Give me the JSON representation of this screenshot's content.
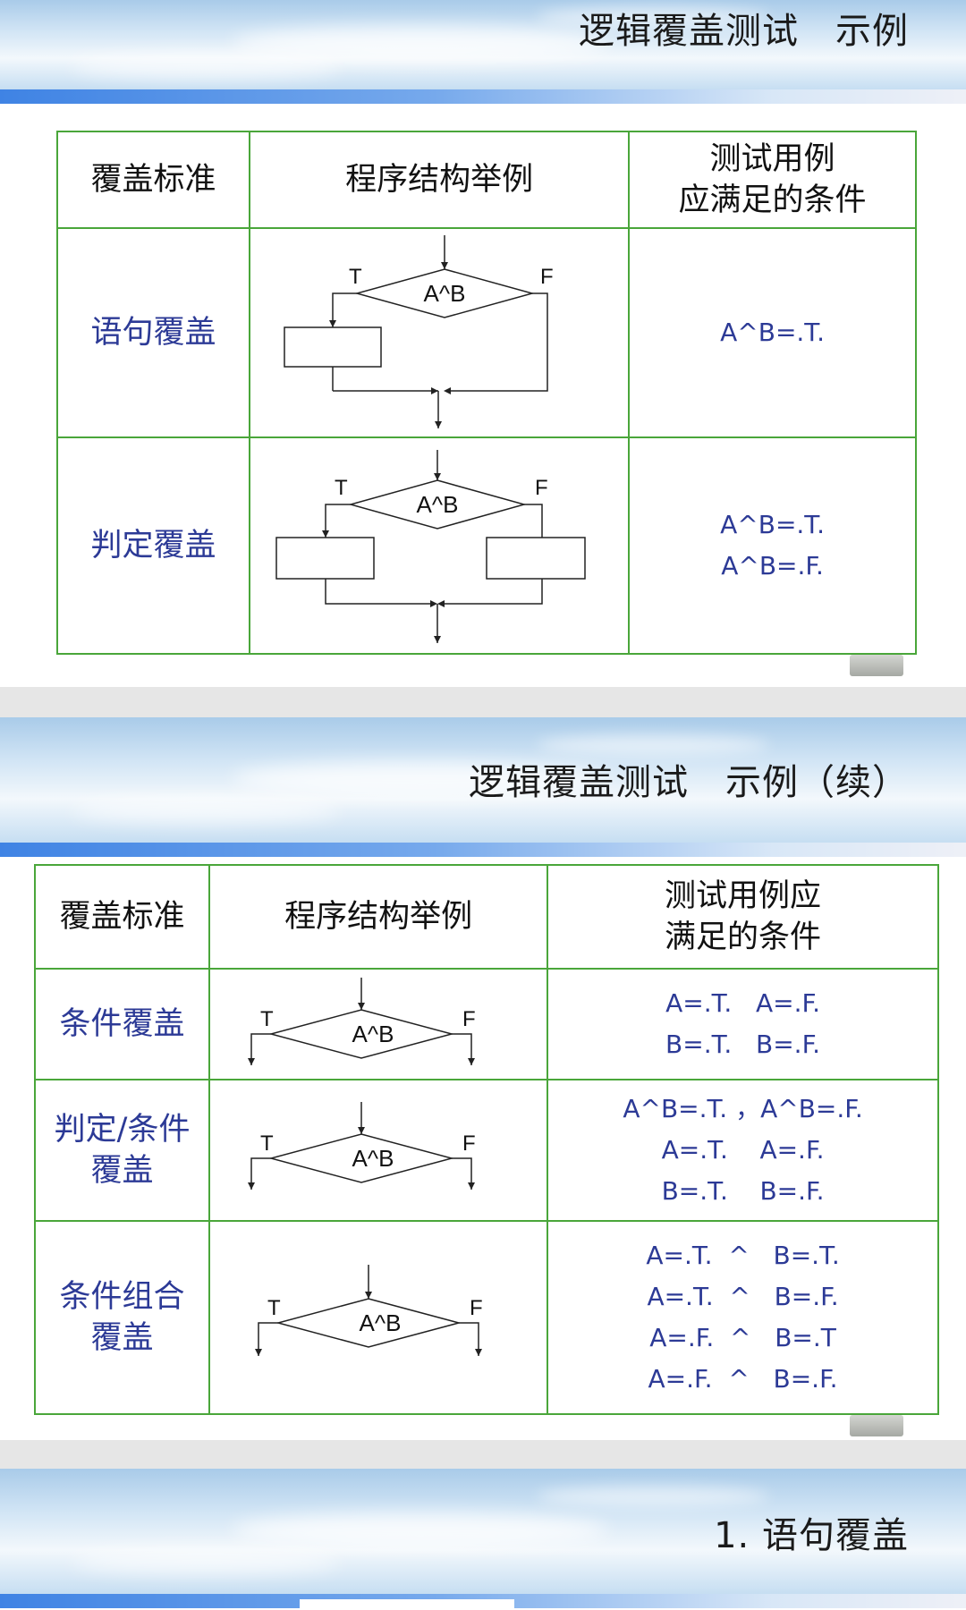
{
  "slides": [
    {
      "title": "逻辑覆盖测试　示例",
      "headers": {
        "criterion": "覆盖标准",
        "structure": "程序结构举例",
        "condition_l1": "测试用例",
        "condition_l2": "应满足的条件"
      },
      "rows": [
        {
          "criterion_l1": "语句覆盖",
          "criterion_l2": "",
          "diagram": {
            "label": "A^B",
            "t": "T",
            "f": "F"
          },
          "conditions": [
            "A^B=.T."
          ]
        },
        {
          "criterion_l1": "判定覆盖",
          "criterion_l2": "",
          "diagram": {
            "label": "A^B",
            "t": "T",
            "f": "F"
          },
          "conditions": [
            "A^B=.T.",
            "A^B=.F."
          ]
        }
      ]
    },
    {
      "title": "逻辑覆盖测试　示例（续）",
      "headers": {
        "criterion": "覆盖标准",
        "structure": "程序结构举例",
        "condition_l1": "测试用例应",
        "condition_l2": "满足的条件"
      },
      "rows": [
        {
          "criterion_l1": "条件覆盖",
          "criterion_l2": "",
          "diagram": {
            "label": "A^B",
            "t": "T",
            "f": "F"
          },
          "conditions": [
            "A=.T.   A=.F.",
            "B=.T.   B=.F."
          ]
        },
        {
          "criterion_l1": "判定/条件",
          "criterion_l2": "覆盖",
          "diagram": {
            "label": "A^B",
            "t": "T",
            "f": "F"
          },
          "conditions": [
            "A^B=.T. ，A^B=.F.",
            "A=.T.    A=.F.",
            "B=.T.    B=.F."
          ]
        },
        {
          "criterion_l1": "条件组合",
          "criterion_l2": "覆盖",
          "diagram": {
            "label": "A^B",
            "t": "T",
            "f": "F"
          },
          "conditions": [
            "A=.T.  ^   B=.T.",
            "A=.T.  ^   B=.F.",
            "A=.F.  ^   B=.T",
            "A=.F.  ^   B=.F."
          ]
        }
      ]
    },
    {
      "title": "1. 语句覆盖"
    }
  ],
  "colors": {
    "table_border": "#4aa63a",
    "criterion_text": "#2c3a96",
    "accent_bar": "#3f83e4"
  }
}
